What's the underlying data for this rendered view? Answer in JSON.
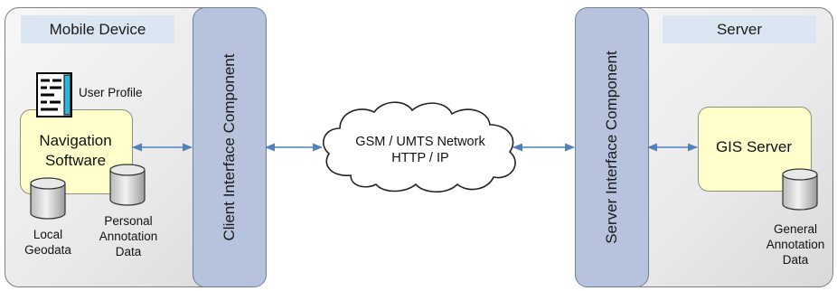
{
  "mobile": {
    "title": "Mobile Device",
    "user_profile": "User Profile",
    "nav_software_line1": "Navigation",
    "nav_software_line2": "Software",
    "local_geodata_line1": "Local",
    "local_geodata_line2": "Geodata",
    "personal_annotation_line1": "Personal",
    "personal_annotation_line2": "Annotation",
    "personal_annotation_line3": "Data"
  },
  "client_interface": {
    "label": "Client Interface Component"
  },
  "network": {
    "line1": "GSM / UMTS Network",
    "line2": "HTTP / IP"
  },
  "server_interface": {
    "label": "Server Interface Component"
  },
  "server": {
    "title": "Server",
    "gis_server": "GIS Server",
    "general_annotation_line1": "General",
    "general_annotation_line2": "Annotation",
    "general_annotation_line3": "Data"
  },
  "colors": {
    "header": "#dce6f2",
    "interface_bar": "#b7c3dc",
    "software_box": "#ffffcc",
    "arrow": "#4f81bd"
  }
}
